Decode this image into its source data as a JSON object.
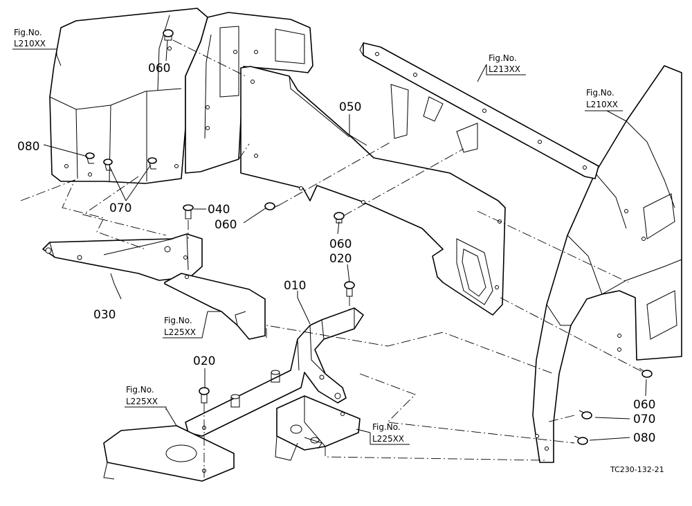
{
  "diagram": {
    "part_labels": {
      "p010": "010",
      "p020a": "020",
      "p020b": "020",
      "p030": "030",
      "p040": "040",
      "p050": "050",
      "p060a": "060",
      "p060b": "060",
      "p060c": "060",
      "p060d": "060",
      "p070a": "070",
      "p070b": "070",
      "p080a": "080",
      "p080b": "080"
    },
    "figure_refs": [
      {
        "title": "Fig.No.",
        "code": "L210XX"
      },
      {
        "title": "Fig.No.",
        "code": "L213XX"
      },
      {
        "title": "Fig.No.",
        "code": "L210XX"
      },
      {
        "title": "Fig.No.",
        "code": "L225XX"
      },
      {
        "title": "Fig.No.",
        "code": "L225XX"
      },
      {
        "title": "Fig.No.",
        "code": "L225XX"
      }
    ],
    "drawing_code": "TC230-132-21"
  }
}
